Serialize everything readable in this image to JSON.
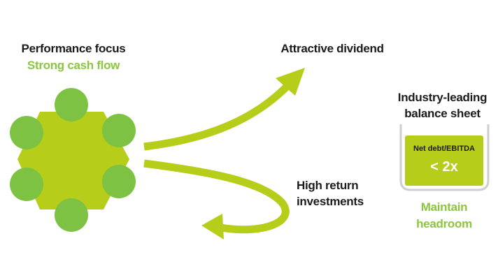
{
  "colors": {
    "green": "#b6cd1a",
    "node_green": "#7dc242",
    "dark": "#1c1c1c",
    "frame_gray": "#cfcfcf"
  },
  "performance": {
    "title": "Performance focus",
    "subtitle": "Strong cash flow"
  },
  "dividend": {
    "label": "Attractive dividend"
  },
  "investments": {
    "label": "High return investments"
  },
  "balance_sheet": {
    "title": "Industry-leading balance sheet",
    "metric_label": "Net debt/EBITDA",
    "metric_value": "< 2x",
    "caption": "Maintain headroom"
  }
}
